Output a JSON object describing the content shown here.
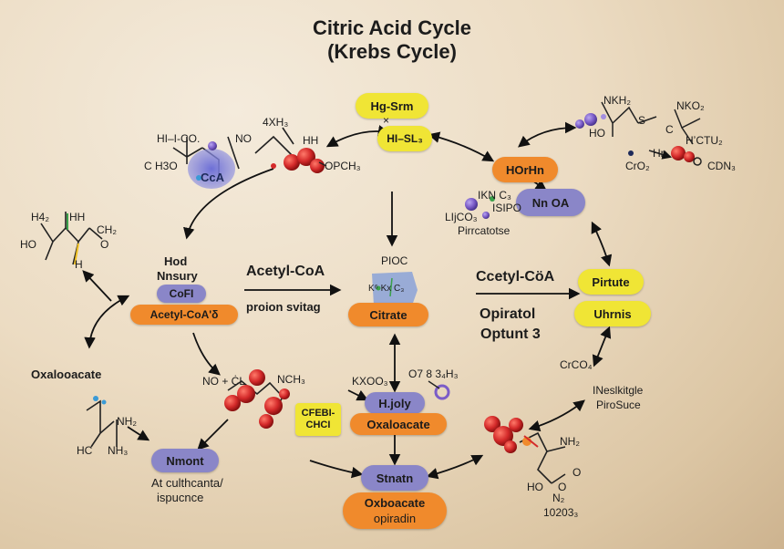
{
  "colors": {
    "orange": "#f08a2c",
    "yellow": "#f0e535",
    "purple": "#8a86c8",
    "red": "#d42a2a",
    "violet": "#7b5cc8",
    "arrow": "#111111",
    "green": "#3aa04a"
  },
  "title": {
    "line1": "Citric Acid Cycle",
    "line2": "(Krebs Cycle)"
  },
  "nodes": {
    "hg_srm": "Hg-Srm",
    "hl_sl3": "HI–SL₃",
    "horhn": "HOrHn",
    "nn_oa": "Nn OA",
    "pirtute": "Pirtute",
    "uhrnis": "Uhrnis",
    "cofi": "CoFI",
    "acetyl_coa_d": "Acetyl-CoA'δ",
    "citrate": "Citrate",
    "hjoly": "H.joly",
    "oxaloacate_pill": "Oxaloacate",
    "cfebi": "CFEBI-\nCHCI",
    "nmont": "Nmont",
    "stnatn": "Stnatn",
    "oxboacate": "Oxboacate",
    "opiradin": "opiradin"
  },
  "labels": {
    "hod": "Hod",
    "nnsury": "Nnsury",
    "acetyl_coa": "Acetyl-CoA",
    "proion_svitag": "proion svitag",
    "ccetyl_coa": "Ccetyl-CöA",
    "opiratol": "Opiratol",
    "optunt_3": "Optunt 3",
    "oxaloocate": "Oxalooacate",
    "at_cuthcanta": "At culthcanta/",
    "ispucnce": "ispucnce",
    "pirrcatotse": "Pirrcatotse",
    "ineskitgle": "INeslkitgle",
    "pirosuce": "PiroSuce",
    "ploc": "PIOC",
    "kx_c3": "K⁶ Kx C₃"
  },
  "chem": {
    "hl_co": "HI–I-CO.",
    "c_h3o": "C H3O",
    "no_top": "NO",
    "cca": "CcA",
    "four_xh3": "4XH₃",
    "hh_top": "HH",
    "opch3": "OPCH₃",
    "x_mark": "×",
    "nkh2_top": "NKH₂",
    "ho_top": "HO",
    "s_top": "S",
    "nko2": "NKO₂",
    "c_mark": "C",
    "hr_ctu2": "HʼCTU₂",
    "hr": "Hr",
    "cro2": "CrO₂",
    "cdn3": "CDN₃",
    "iknc3": "IKN C₃",
    "isipo": "ISIPO",
    "ljco3": "LIjCO₃",
    "h42": "H4₂",
    "hh_left": "HH",
    "ch2": "CH₂",
    "ho_left": "HO",
    "o_left": "O",
    "h_left": "H",
    "no_cl": "NO + ĊL",
    "nch3": "NCH₃",
    "kxoo3": "KXOO₃",
    "o7_8": "O7 8 3₄H₃",
    "nh2_bl": "NH₂",
    "hc_bl": "HC",
    "nh3_bl": "NH₃",
    "croco4": "CrCO₄",
    "nh2_br": "NH₂",
    "ho_br": "HO",
    "o_br1": "O",
    "o_br2": "O",
    "n2_br": "N₂",
    "n10203": "10203₃"
  }
}
